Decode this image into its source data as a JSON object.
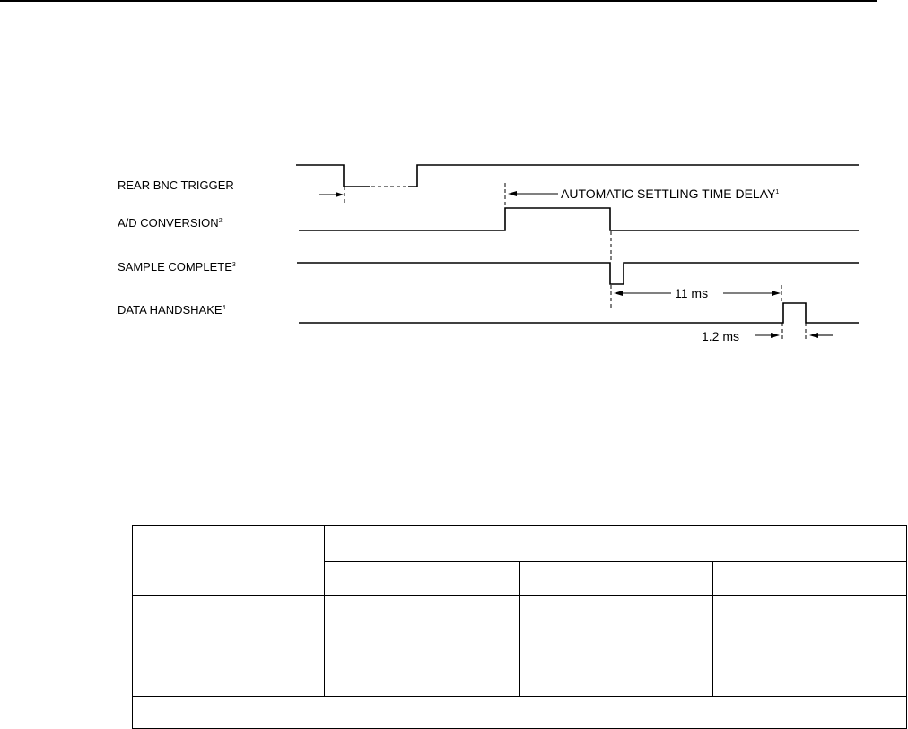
{
  "diagram": {
    "signals": [
      {
        "label": "REAR BNC TRIGGER",
        "note": ""
      },
      {
        "label": "A/D CONVERSION",
        "note": "2"
      },
      {
        "label": "SAMPLE COMPLETE",
        "note": "3"
      },
      {
        "label": "DATA HANDSHAKE",
        "note": "4"
      }
    ],
    "annotations": {
      "settling": {
        "text": "AUTOMATIC SETTLING TIME DELAY",
        "note": "1"
      },
      "handshake_delay": "11 ms",
      "pulse_width": "1.2 ms"
    }
  },
  "table": {
    "rows": [
      [
        "",
        "",
        "",
        ""
      ],
      [
        "",
        "",
        "",
        ""
      ],
      [
        "",
        "",
        "",
        ""
      ],
      [
        ""
      ]
    ]
  }
}
